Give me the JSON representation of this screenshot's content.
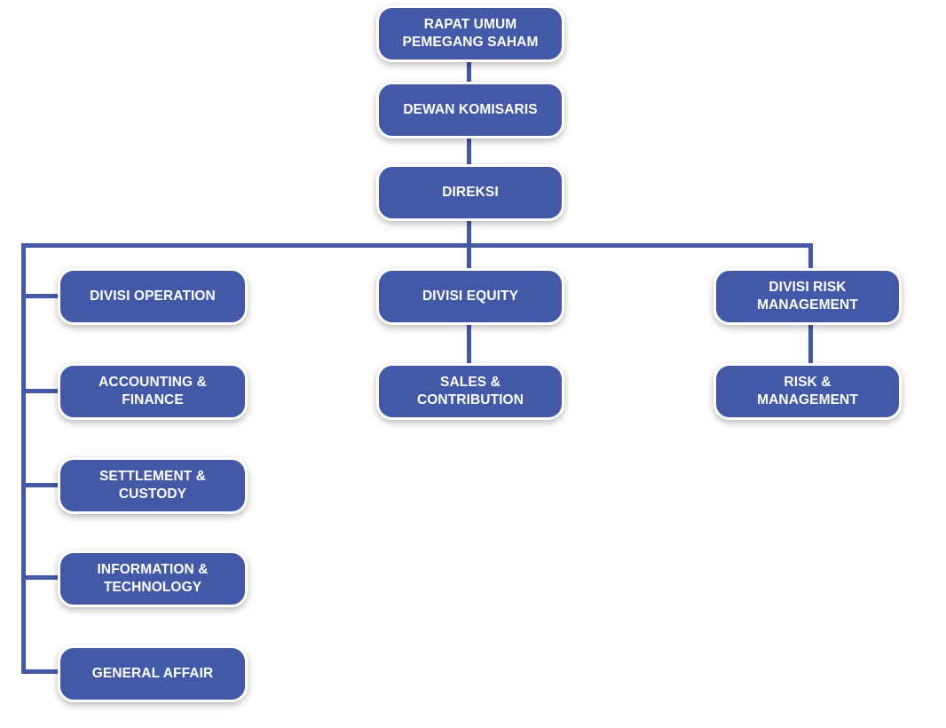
{
  "org_chart": {
    "rups": "RAPAT UMUM\nPEMEGANG SAHAM",
    "dewan_komisaris": "DEWAN KOMISARIS",
    "direksi": "DIREKSI",
    "divisi_operation": "DIVISI OPERATION",
    "accounting_finance": "ACCOUNTING &\nFINANCE",
    "settlement_custody": "SETTLEMENT &\nCUSTODY",
    "information_technology": "INFORMATION &\nTECHNOLOGY",
    "general_affair": "GENERAL AFFAIR",
    "divisi_equity": "DIVISI EQUITY",
    "sales_contribution": "SALES &\nCONTRIBUTION",
    "divisi_risk_management": "DIVISI RISK\nMANAGEMENT",
    "risk_management": "RISK &\nMANAGEMENT"
  },
  "colors": {
    "node_fill": "#4458a8",
    "node_border": "#ffffff",
    "connector": "#4458a8",
    "text": "#ffffff"
  }
}
